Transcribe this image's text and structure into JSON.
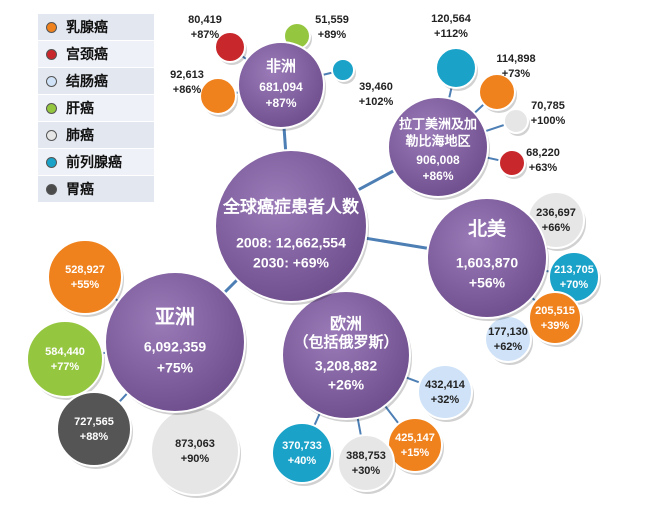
{
  "colors": {
    "region": "#7f5e9e",
    "link": "#4d7fb5",
    "breast": "#f0821e",
    "cervical": "#c8282c",
    "colorectal": "#cfe2f7",
    "liver": "#95c640",
    "lung": "#e6e6e6",
    "prostate": "#1aa2c8",
    "stomach": "#4b4b4b"
  },
  "legend": [
    {
      "key": "breast",
      "label": "乳腺癌"
    },
    {
      "key": "cervical",
      "label": "宫颈癌"
    },
    {
      "key": "colorectal",
      "label": "结肠癌"
    },
    {
      "key": "liver",
      "label": "肝癌"
    },
    {
      "key": "lung",
      "label": "肺癌"
    },
    {
      "key": "prostate",
      "label": "前列腺癌"
    },
    {
      "key": "stomach",
      "label": "胃癌"
    }
  ],
  "center": {
    "title": "全球癌症患者人数",
    "line2": "2008: 12,662,554",
    "line3": "2030:  +69%"
  },
  "regions": [
    {
      "id": "africa",
      "name": "非洲",
      "value": "681,094",
      "growth": "+87%"
    },
    {
      "id": "latam",
      "name": "拉丁美洲及加勒比海地区",
      "name_lines": [
        "拉丁美洲及加",
        "勒比海地区"
      ],
      "value": "906,008",
      "growth": "+86%"
    },
    {
      "id": "namerica",
      "name": "北美",
      "value": "1,603,870",
      "growth": "+56%"
    },
    {
      "id": "europe",
      "name": "欧洲（包括俄罗斯）",
      "name_lines": [
        "欧洲",
        "（包括俄罗斯）"
      ],
      "value": "3,208,882",
      "growth": "+26%"
    },
    {
      "id": "asia",
      "name": "亚洲",
      "value": "6,092,359",
      "growth": "+75%"
    }
  ],
  "cancers": [
    {
      "region": "africa",
      "type": "cervical",
      "value": "80,419",
      "growth": "+87%"
    },
    {
      "region": "africa",
      "type": "liver",
      "value": "51,559",
      "growth": "+89%"
    },
    {
      "region": "africa",
      "type": "breast",
      "value": "92,613",
      "growth": "+86%"
    },
    {
      "region": "africa",
      "type": "prostate",
      "value": "39,460",
      "growth": "+102%"
    },
    {
      "region": "latam",
      "type": "prostate",
      "value": "120,564",
      "growth": "+112%"
    },
    {
      "region": "latam",
      "type": "breast",
      "value": "114,898",
      "growth": "+73%"
    },
    {
      "region": "latam",
      "type": "lung",
      "value": "70,785",
      "growth": "+100%"
    },
    {
      "region": "latam",
      "type": "cervical",
      "value": "68,220",
      "growth": "+63%"
    },
    {
      "region": "namerica",
      "type": "lung",
      "value": "236,697",
      "growth": "+66%"
    },
    {
      "region": "namerica",
      "type": "prostate",
      "value": "213,705",
      "growth": "+70%"
    },
    {
      "region": "namerica",
      "type": "breast",
      "value": "205,515",
      "growth": "+39%"
    },
    {
      "region": "namerica",
      "type": "colorectal",
      "value": "177,130",
      "growth": "+62%"
    },
    {
      "region": "europe",
      "type": "colorectal",
      "value": "432,414",
      "growth": "+32%"
    },
    {
      "region": "europe",
      "type": "breast",
      "value": "425,147",
      "growth": "+15%"
    },
    {
      "region": "europe",
      "type": "lung",
      "value": "388,753",
      "growth": "+30%"
    },
    {
      "region": "europe",
      "type": "prostate",
      "value": "370,733",
      "growth": "+40%"
    },
    {
      "region": "asia",
      "type": "breast",
      "value": "528,927",
      "growth": "+55%"
    },
    {
      "region": "asia",
      "type": "liver",
      "value": "584,440",
      "growth": "+77%"
    },
    {
      "region": "asia",
      "type": "stomach",
      "value": "727,565",
      "growth": "+88%"
    },
    {
      "region": "asia",
      "type": "lung",
      "value": "873,063",
      "growth": "+90%"
    }
  ]
}
